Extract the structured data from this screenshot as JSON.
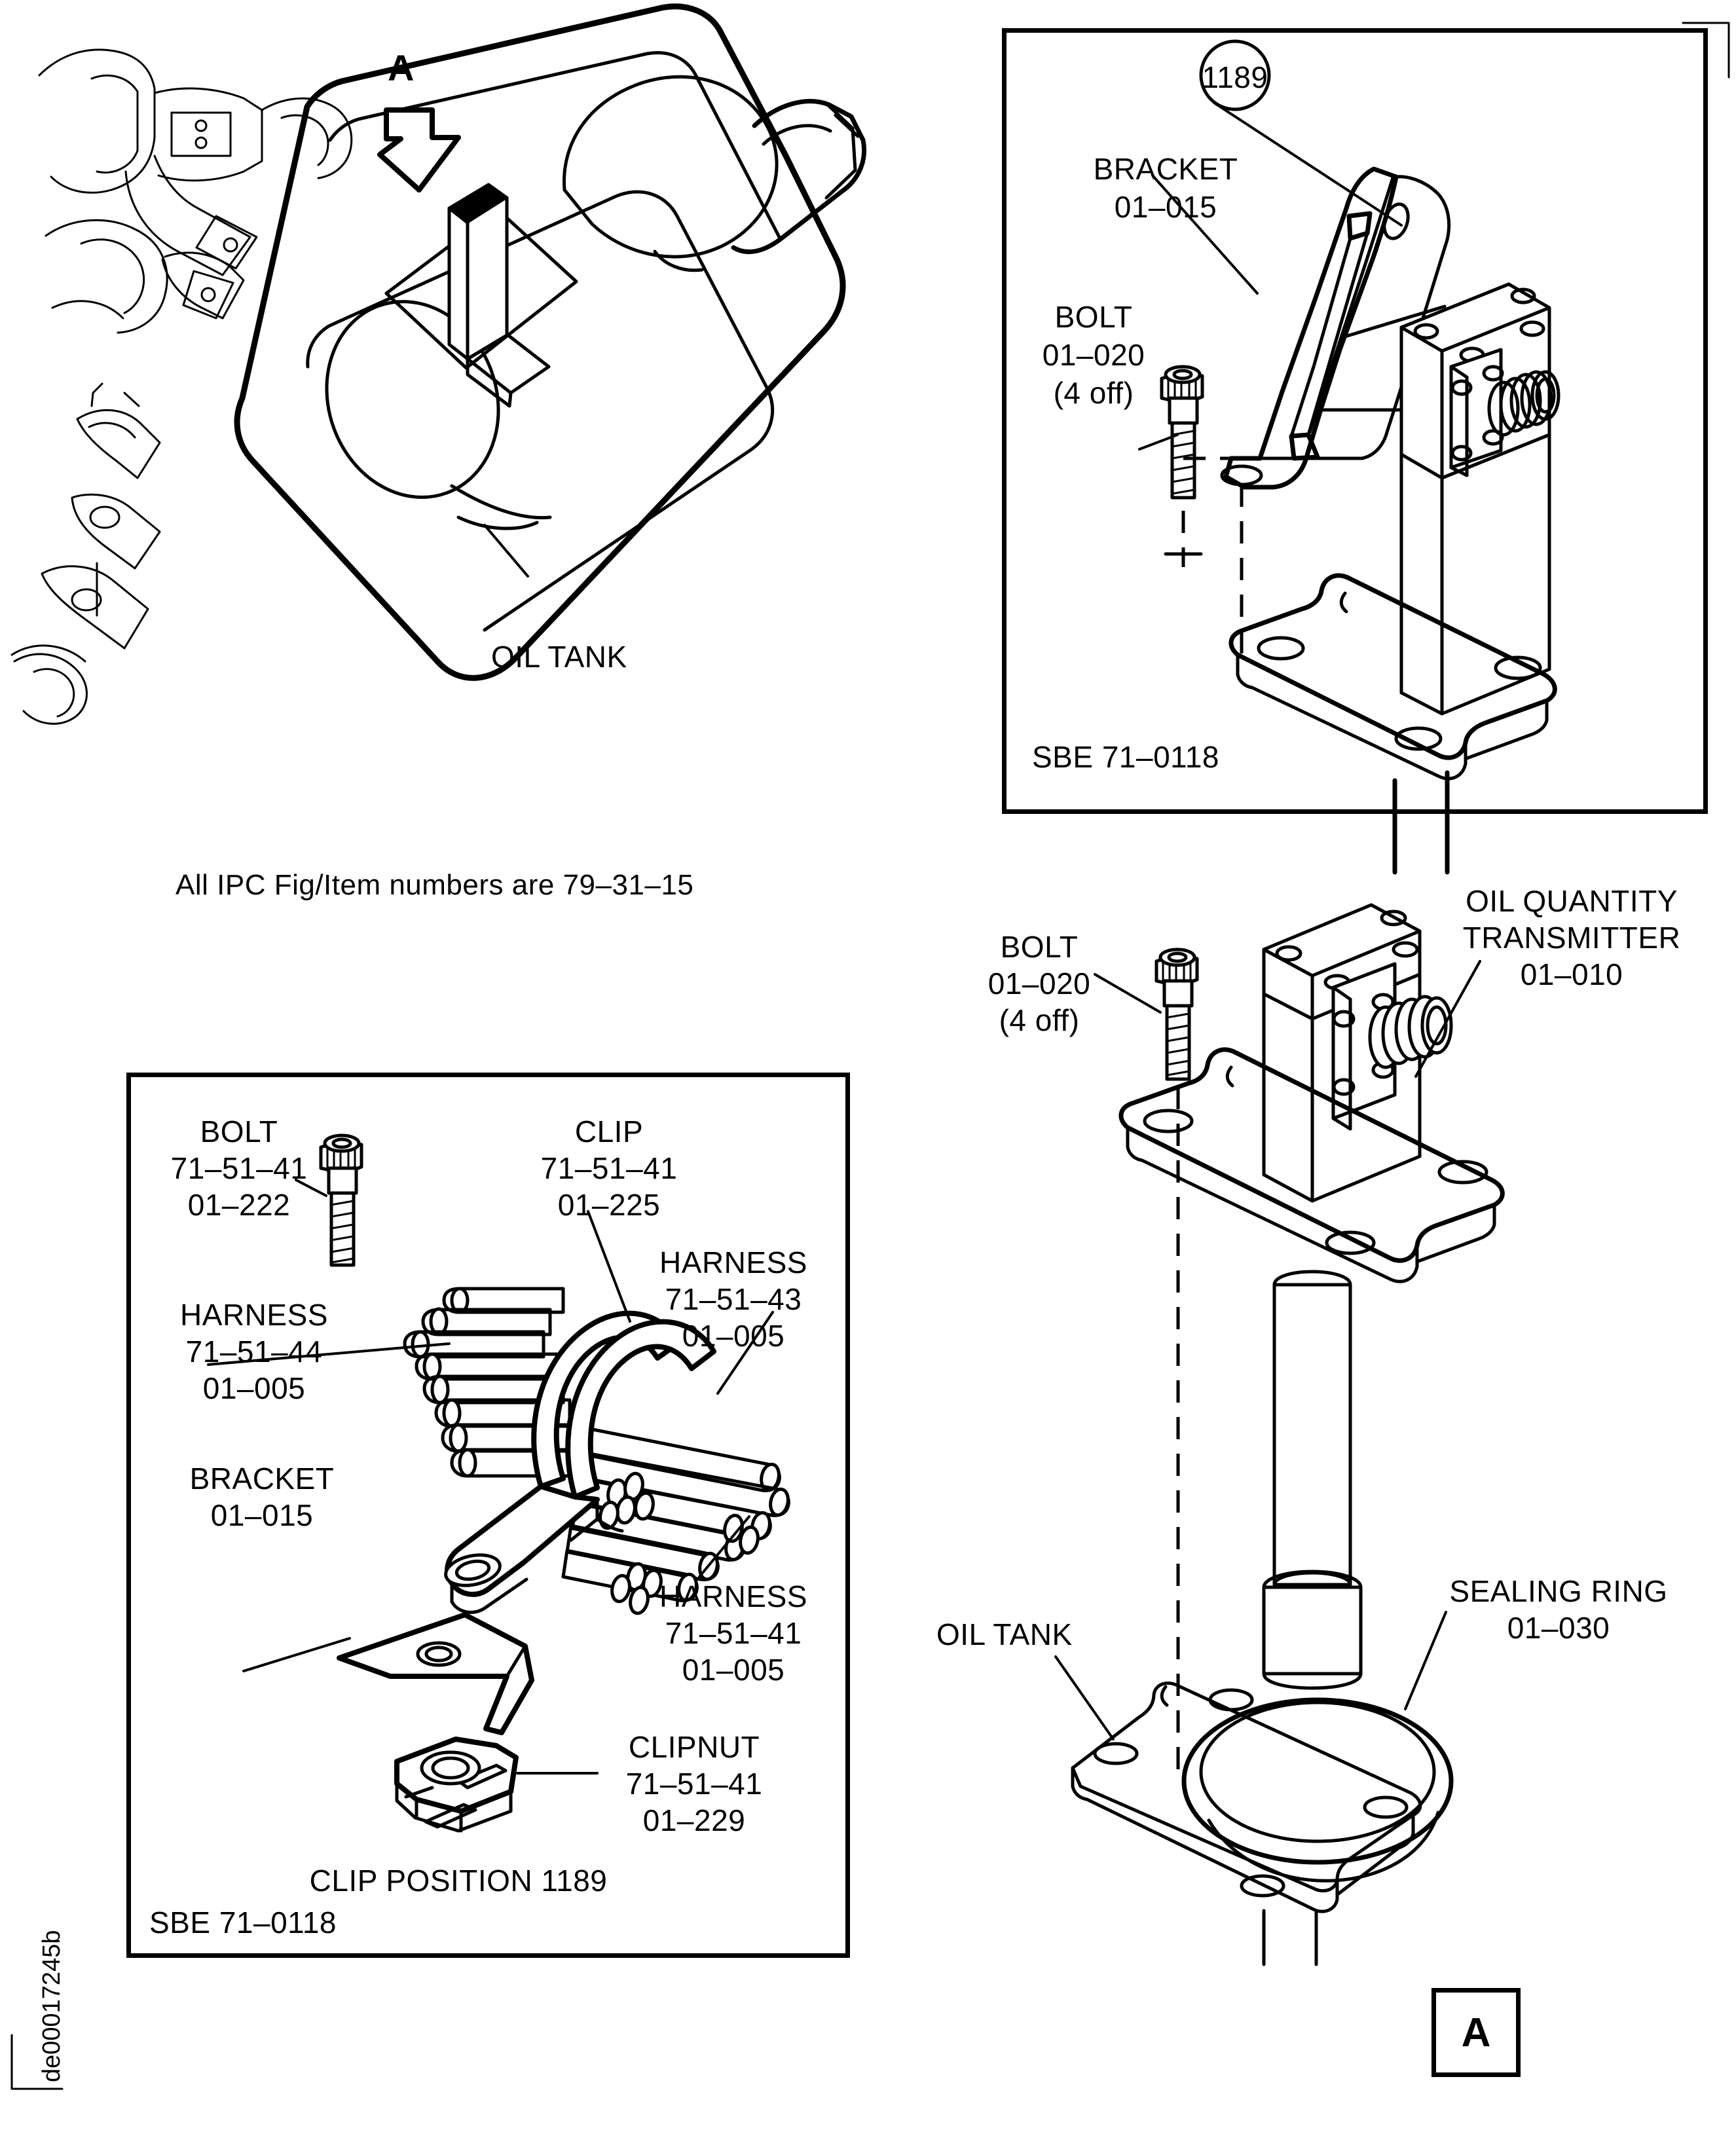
{
  "sheet": {
    "drawing_id": "de00017245b",
    "note": "All IPC Fig/Item numbers are 79–31–15",
    "detail_marker": "A"
  },
  "views": {
    "overview": {
      "name": "oil-tank-overview",
      "detail_arrow_letter": "A",
      "labels": [
        {
          "id": "oil-tank",
          "text": "OIL TANK"
        }
      ]
    },
    "bracket_detail": {
      "name": "bracket-install-detail",
      "footer": "SBE 71–0118",
      "callout_balloon": "1189",
      "labels": [
        {
          "id": "bracket",
          "lines": [
            "BRACKET",
            "01–015"
          ]
        },
        {
          "id": "bolt",
          "lines": [
            "BOLT",
            "01–020",
            "(4 off)"
          ]
        }
      ]
    },
    "clip_detail": {
      "name": "clip-position-detail",
      "title": "CLIP POSITION 1189",
      "footer": "SBE 71–0118",
      "labels": [
        {
          "id": "bolt",
          "lines": [
            "BOLT",
            "71–51–41",
            "01–222"
          ]
        },
        {
          "id": "clip",
          "lines": [
            "CLIP",
            "71–51–41",
            "01–225"
          ]
        },
        {
          "id": "harness-71-51-43",
          "lines": [
            "HARNESS",
            "71–51–43",
            "01–005"
          ]
        },
        {
          "id": "harness-71-51-44",
          "lines": [
            "HARNESS",
            "71–51–44",
            "01–005"
          ]
        },
        {
          "id": "harness-71-51-41",
          "lines": [
            "HARNESS",
            "71–51–41",
            "01–005"
          ]
        },
        {
          "id": "bracket",
          "lines": [
            "BRACKET",
            "01–015"
          ]
        },
        {
          "id": "clipnut",
          "lines": [
            "CLIPNUT",
            "71–51–41",
            "01–229"
          ]
        }
      ]
    },
    "transmitter_detail": {
      "name": "oil-quantity-transmitter-detail",
      "detail_marker": "A",
      "labels": [
        {
          "id": "bolt",
          "lines": [
            "BOLT",
            "01–020",
            "(4 off)"
          ]
        },
        {
          "id": "transmitter",
          "lines": [
            "OIL QUANTITY",
            "TRANSMITTER",
            "01–010"
          ]
        },
        {
          "id": "sealing-ring",
          "lines": [
            "SEALING RING",
            "01–030"
          ]
        },
        {
          "id": "oil-tank",
          "lines": [
            "OIL TANK"
          ]
        }
      ]
    }
  },
  "text": {
    "oil_tank": "OIL TANK",
    "letter_a": "A",
    "note_ipc": "All IPC Fig/Item numbers are 79–31–15",
    "balloon_1189": "1189",
    "sbe": "SBE 71–0118",
    "bracket": "BRACKET",
    "bracket_num": "01–015",
    "bolt": "BOLT",
    "bolt_num_020": "01–020",
    "bolt_qty": "(4 off)",
    "bolt_fig_715141": "71–51–41",
    "bolt_num_222": "01–222",
    "clip": "CLIP",
    "clip_num_225": "01–225",
    "harness": "HARNESS",
    "harness_fig_715143": "71–51–43",
    "harness_fig_715144": "71–51–44",
    "harness_fig_715141": "71–51–41",
    "harness_num_005": "01–005",
    "clipnut": "CLIPNUT",
    "clipnut_num_229": "01–229",
    "clip_position": "CLIP POSITION 1189",
    "oil_quantity": "OIL QUANTITY",
    "transmitter": "TRANSMITTER",
    "transmitter_num": "01–010",
    "sealing_ring": "SEALING RING",
    "sealing_ring_num": "01–030",
    "drawing_id": "de00017245b"
  }
}
